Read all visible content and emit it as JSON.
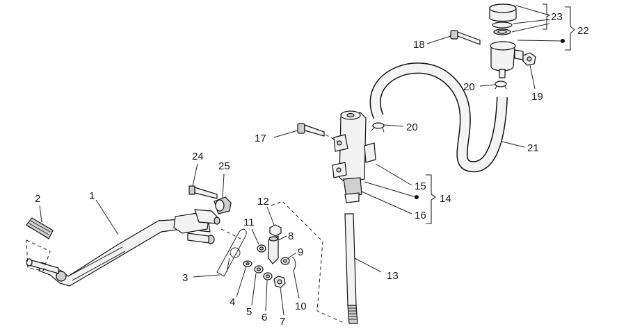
{
  "callouts": {
    "n1": "1",
    "n2": "2",
    "n3": "3",
    "n4": "4",
    "n5": "5",
    "n6": "6",
    "n7": "7",
    "n8": "8",
    "n9": "9",
    "n10": "10",
    "n11": "11",
    "n12": "12",
    "n13": "13",
    "n14": "14",
    "n15": "15",
    "n16": "16",
    "n17": "17",
    "n18": "18",
    "n19": "19",
    "n20a": "20",
    "n20b": "20",
    "n21": "21",
    "n22": "22",
    "n23": "23",
    "n24": "24",
    "n25": "25"
  }
}
